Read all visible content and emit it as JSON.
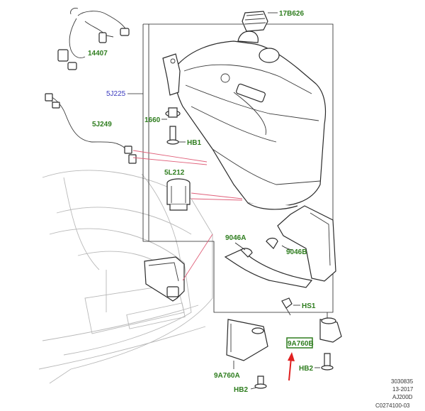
{
  "callouts": {
    "c17B626": "17B626",
    "c14407": "14407",
    "c5J225": "5J225",
    "c1660": "1660",
    "cHB1": "HB1",
    "c5J249": "5J249",
    "c5L212": "5L212",
    "c9046A": "9046A",
    "c9046B": "9046B",
    "cHS1": "HS1",
    "c9A760A": "9A760A",
    "c9A760B": "9A760B",
    "cHB2a": "HB2",
    "cHB2b": "HB2"
  },
  "reference": {
    "line1": "3030835",
    "line2": "13-2017",
    "line3": "AJ200D",
    "line4": "C0274100-03"
  },
  "colors": {
    "callout_green": "#2e7d1e",
    "callout_blue": "#3b3bbf",
    "highlight_box": "#2e7d1e",
    "arrow_red": "#e02020"
  }
}
